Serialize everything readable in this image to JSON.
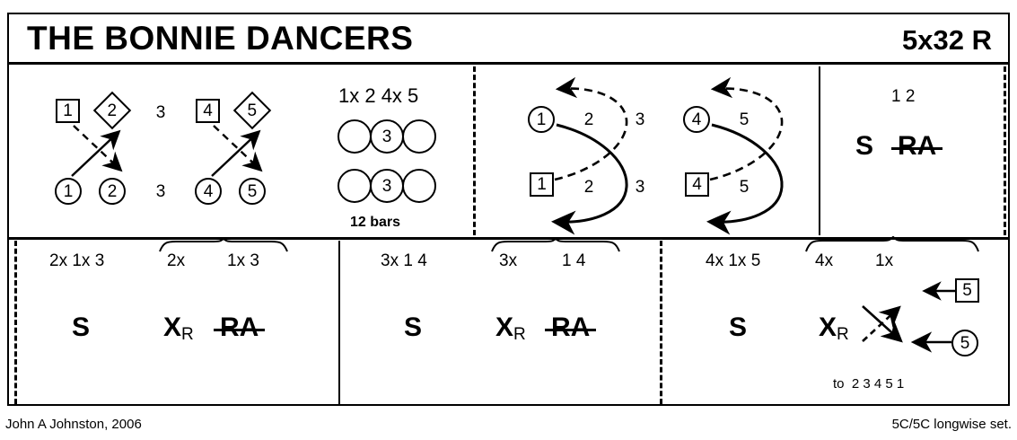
{
  "header": {
    "title": "THE BONNIE DANCERS",
    "meta": "5x32 R"
  },
  "footer": {
    "author": "John A Johnston, 2006",
    "set": "5C/5C longwise set."
  },
  "top_row": {
    "cell1": {
      "top_line": [
        {
          "token": "square",
          "label": "1"
        },
        {
          "token": "diamond",
          "label": "2"
        },
        {
          "token": "plain",
          "label": "3"
        },
        {
          "token": "square",
          "label": "4"
        },
        {
          "token": "diamond",
          "label": "5"
        }
      ],
      "bottom_line": [
        {
          "token": "circle",
          "label": "1"
        },
        {
          "token": "circle",
          "label": "2"
        },
        {
          "token": "plain",
          "label": "3"
        },
        {
          "token": "circle",
          "label": "4"
        },
        {
          "token": "circle",
          "label": "5"
        }
      ]
    },
    "cell2": {
      "heading_parts": [
        "1",
        "x",
        " 2 4",
        "x",
        " 5"
      ],
      "heading": "1x 2 4x 5",
      "row_top": [
        "",
        "3",
        ""
      ],
      "row_bottom": [
        "",
        "3",
        ""
      ],
      "caption": "12 bars"
    },
    "cell3": {
      "group_a": {
        "top": [
          {
            "token": "circle",
            "label": "1"
          },
          {
            "token": "plain",
            "label": "2"
          },
          {
            "token": "plain",
            "label": "3"
          }
        ],
        "bottom": [
          {
            "token": "square",
            "label": "1"
          },
          {
            "token": "plain",
            "label": "2"
          },
          {
            "token": "plain",
            "label": "3"
          }
        ]
      },
      "group_b": {
        "top": [
          {
            "token": "circle",
            "label": "4"
          },
          {
            "token": "plain",
            "label": "5"
          }
        ],
        "bottom": [
          {
            "token": "square",
            "label": "4"
          },
          {
            "token": "plain",
            "label": "5"
          }
        ]
      }
    },
    "cell4": {
      "heading": "1 2",
      "move_s": "S",
      "move_ra": "RA"
    }
  },
  "bottom_row": {
    "cell1": {
      "label_left": "2x 1x 3",
      "brace_left": "2x",
      "brace_right": "1x 3",
      "move_s": "S",
      "move_x": "X",
      "move_x_sub": "R",
      "move_ra": "RA"
    },
    "cell2": {
      "label_left": "3x 1 4",
      "brace_left": "3x",
      "brace_right": "1 4",
      "move_s": "S",
      "move_x": "X",
      "move_x_sub": "R",
      "move_ra": "RA"
    },
    "cell3": {
      "label_left": "4x 1x 5",
      "brace_left": "4x",
      "brace_right": "1x",
      "move_s": "S",
      "move_x": "X",
      "move_x_sub": "R",
      "token_square": "5",
      "token_circle": "5",
      "to_label": "to",
      "to_order": "2 3 4 5 1"
    }
  }
}
